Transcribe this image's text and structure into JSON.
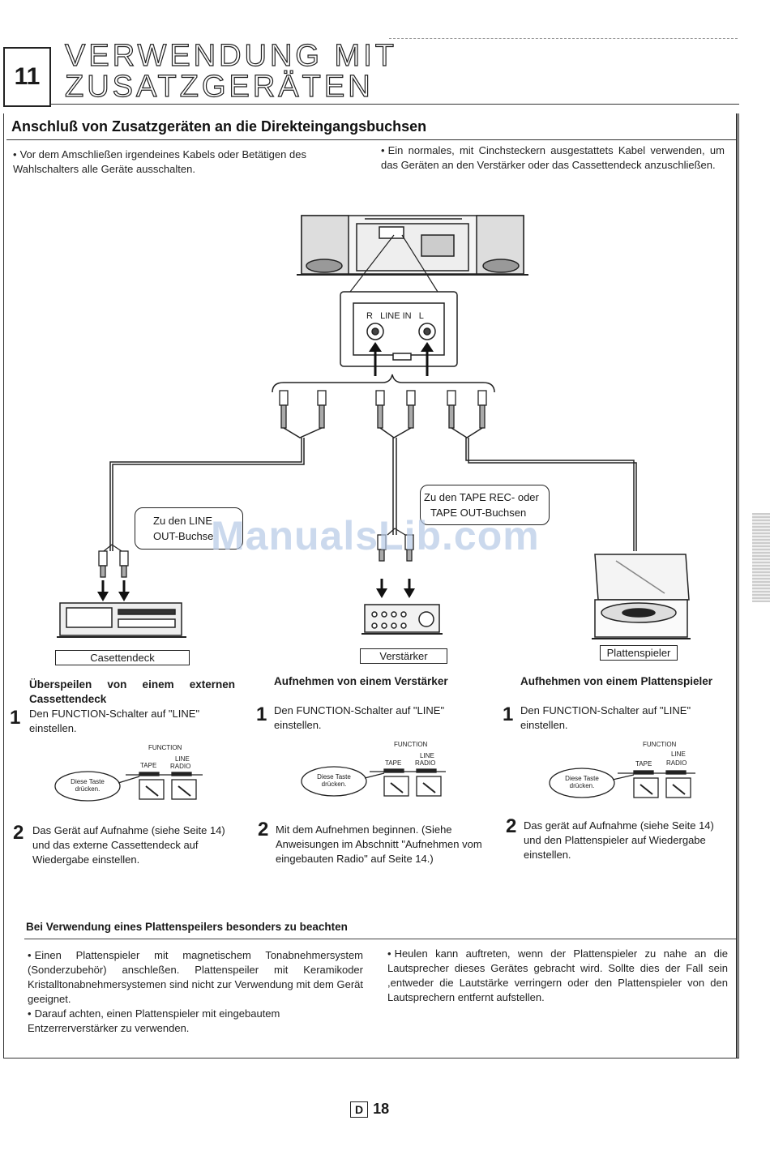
{
  "header": {
    "chapter_number": "11",
    "chapter_title_line1": "VERWENDUNG MIT",
    "chapter_title_line2": "ZUSATZGERÄTEN"
  },
  "section": {
    "title": "Anschluß von Zusatzgeräten an die Direkteingangsbuchsen",
    "bullet_left": "Vor dem Amschließen irgendeines Kabels oder Betätigen des Wahlschalters alle Geräte ausschalten.",
    "bullet_right": "Ein normales, mit Cinchsteckern ausgestattets Kabel verwenden, um das Geräten an den Verstärker oder das Cassettendeck anzuschließen."
  },
  "diagram": {
    "jack_label": "R   LINE IN   L",
    "bubble_left_line1": "Zu den LINE",
    "bubble_left_line2": "OUT-Buchse",
    "bubble_right_line1": "Zu den TAPE REC- oder",
    "bubble_right_line2": "TAPE OUT-Buchsen",
    "device_cassette": "Casettendeck",
    "device_amp": "Verstärker",
    "device_turntable": "Plattenspieler"
  },
  "watermark": "ManualsLib.com",
  "columns": [
    {
      "heading": "Überspeilen von einem externen Cassettendeck",
      "step1": "Den FUNCTION-Schalter auf \"LINE\" einstellen.",
      "step2": "Das Gerät auf Aufnahme (siehe Seite 14) und das externe Cassettendeck auf Wiedergabe einstellen."
    },
    {
      "heading": "Aufnehmen von einem Verstärker",
      "step1": "Den FUNCTION-Schalter auf \"LINE\" einstellen.",
      "step2": "Mit dem Aufnehmen beginnen. (Siehe Anweisungen im Abschnitt \"Aufnehmen vom eingebauten Radio\" auf Seite 14.)"
    },
    {
      "heading": "Aufhehmen von einem Plattenspieler",
      "step1": "Den FUNCTION-Schalter auf \"LINE\" einstellen.",
      "step2": "Das gerät auf Aufnahme (siehe Seite 14) und den Plattenspieler auf Wiedergabe einstellen."
    }
  ],
  "switch_figure": {
    "function_label": "FUNCTION",
    "tape_label": "TAPE",
    "line_label": "LINE",
    "radio_label": "RADIO",
    "press_line1": "Diese Taste",
    "press_line2": "drücken."
  },
  "step_numbers": [
    "1",
    "2"
  ],
  "notes": {
    "title": "Bei Verwendung eines Plattenspeilers besonders zu beachten",
    "bullet1": "Einen Plattenspieler mit magnetischem Tonabnehmersystem (Sonderzubehör) anschleßen. Plattenspeiler mit Keramikoder Kristalltonabnehmersystemen sind nicht zur Verwendung mit dem Gerät geeignet.",
    "bullet2": "Darauf achten, einen Plattenspieler mit eingebautem Entzerrerverstärker zu verwenden.",
    "bullet3": "Heulen kann auftreten, wenn der Plattenspieler zu nahe an die Lautsprecher dieses Gerätes gebracht wird. Sollte dies der Fall sein ,entweder die Lautstärke verringern oder den Plattenspieler von den Lautsprechern entfernt aufstellen."
  },
  "footer": {
    "language_code": "D",
    "page_number": "18"
  }
}
